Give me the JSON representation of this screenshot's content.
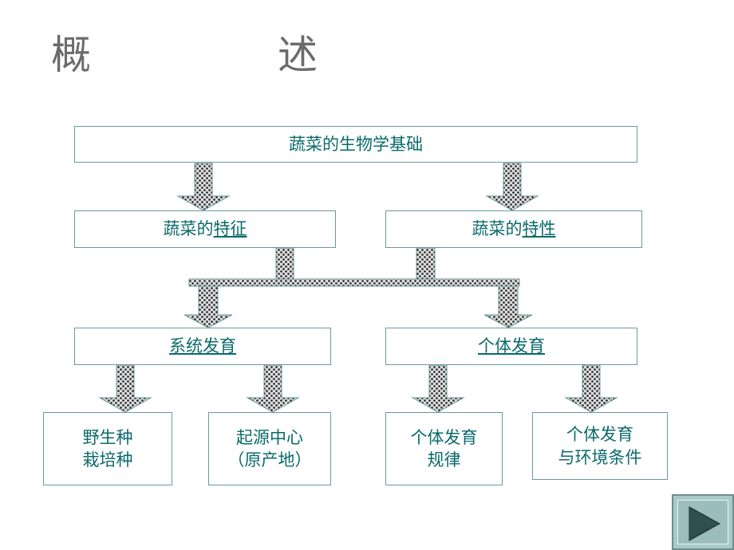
{
  "title": {
    "left": "概",
    "right": "述"
  },
  "root": {
    "label": "蔬菜的生物学基础"
  },
  "level2": [
    {
      "prefix": "蔬菜的",
      "link": "特征"
    },
    {
      "prefix": "蔬菜的",
      "link": "特性"
    }
  ],
  "level3": [
    {
      "label": "系统发育"
    },
    {
      "label": "个体发育"
    }
  ],
  "leaves": [
    {
      "line1": "野生种",
      "line2": "栽培种"
    },
    {
      "line1": "起源中心",
      "line2": "（原产地）"
    },
    {
      "line1": "个体发育",
      "line2": "规律"
    },
    {
      "line1": "个体发育",
      "line2": "与环境条件"
    }
  ],
  "colors": {
    "text": "#0a6a6a",
    "border": "#6a9a9a",
    "title": "#6b6b6b",
    "nav": "#a9c8c8"
  },
  "nav": {
    "icon": "play-next-icon"
  }
}
